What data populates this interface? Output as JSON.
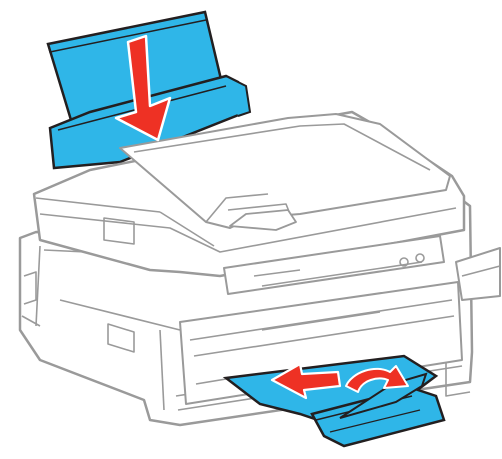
{
  "figure": {
    "subject": "printer-paper-loading-illustration",
    "colors": {
      "paper_blue": "#2fb6e8",
      "arrow_red": "#ee3124",
      "arrow_white": "#ffffff",
      "outline": "#231f20",
      "body_fill": "#ffffff",
      "line_gray": "#9a9a9a"
    },
    "icons": [
      "paper-load-down-arrow",
      "paper-extend-arrow",
      "paper-flip-up-arrow"
    ]
  }
}
